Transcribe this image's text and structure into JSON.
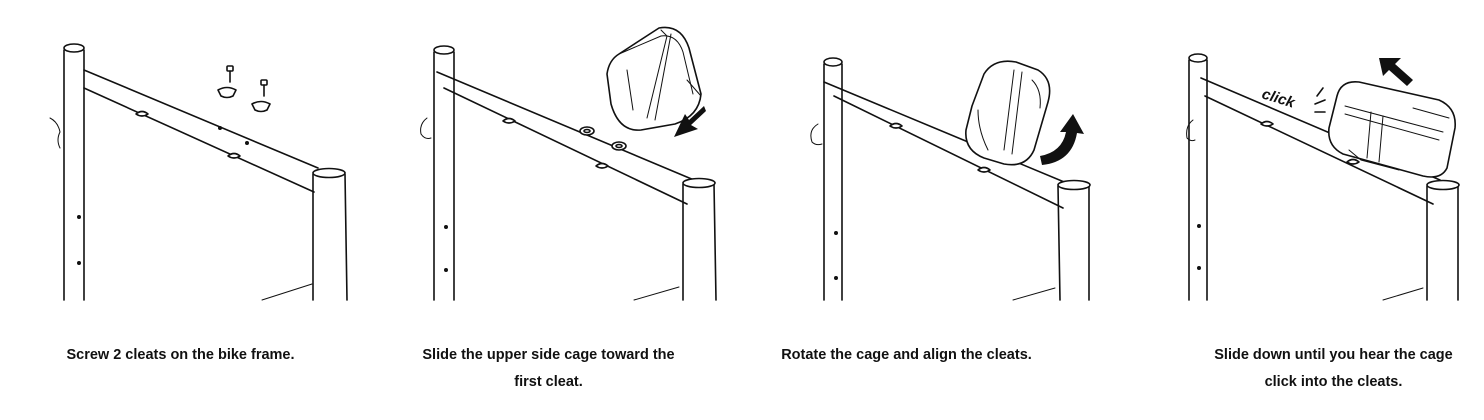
{
  "steps": [
    {
      "caption_line1": "Screw 2 cleats on the bike frame.",
      "caption_line2": ""
    },
    {
      "caption_line1": "Slide the upper side cage toward the",
      "caption_line2": "first cleat."
    },
    {
      "caption_line1": "Rotate the cage and align the cleats.",
      "caption_line2": ""
    },
    {
      "caption_line1": "Slide down until you hear the cage",
      "caption_line2": "click into the cleats."
    }
  ],
  "annotations": {
    "click_word": "click"
  },
  "icons": [
    "bolt-icon",
    "cleat-icon",
    "bottle-cage-icon",
    "arrow-down-left-icon",
    "rotate-arrow-icon",
    "arrow-up-left-icon",
    "click-lines-icon"
  ],
  "colors": {
    "line": "#111111",
    "background": "#ffffff"
  }
}
